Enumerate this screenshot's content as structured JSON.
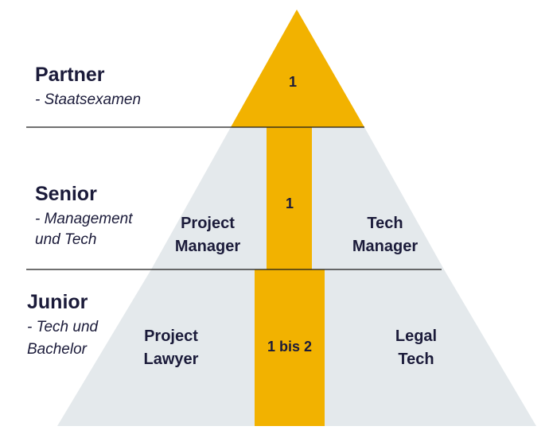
{
  "levels": {
    "partner": {
      "title": "Partner",
      "subtitle": "- Staatsexamen",
      "count": "1"
    },
    "senior": {
      "title": "Senior",
      "subtitle_line1": "- Management",
      "subtitle_line2": "und Tech",
      "count": "1",
      "left_role_line1": "Project",
      "left_role_line2": "Manager",
      "right_role_line1": "Tech",
      "right_role_line2": "Manager"
    },
    "junior": {
      "title": "Junior",
      "subtitle_line1": "- Tech und",
      "subtitle_line2": "Bachelor",
      "count": "1 bis 2",
      "left_role_line1": "Project",
      "left_role_line2": "Lawyer",
      "right_role_line1": "Legal",
      "right_role_line2": "Tech"
    }
  },
  "colors": {
    "gold": "#f2b200",
    "tier_fill": "#e4e9ec",
    "line": "#1a1a1a",
    "text": "#1b1b3a"
  }
}
